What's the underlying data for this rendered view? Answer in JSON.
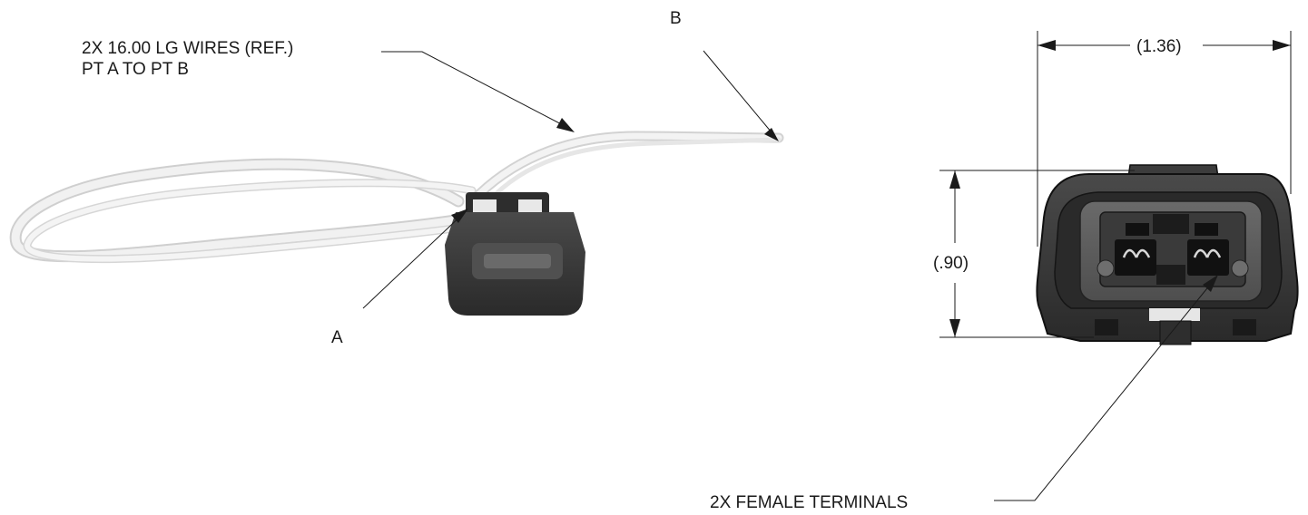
{
  "labels": {
    "wires_line1": "2X 16.00 LG WIRES (REF.)",
    "wires_line2": "PT A TO PT B",
    "point_a": "A",
    "point_b": "B",
    "width_dim": "(1.36)",
    "height_dim": "(.90)",
    "terminals": "2X FEMALE TERMINALS"
  },
  "colors": {
    "ink": "#1a1a1a",
    "connector_body": "#3a3a3a",
    "wire": "#e9e9e9"
  }
}
